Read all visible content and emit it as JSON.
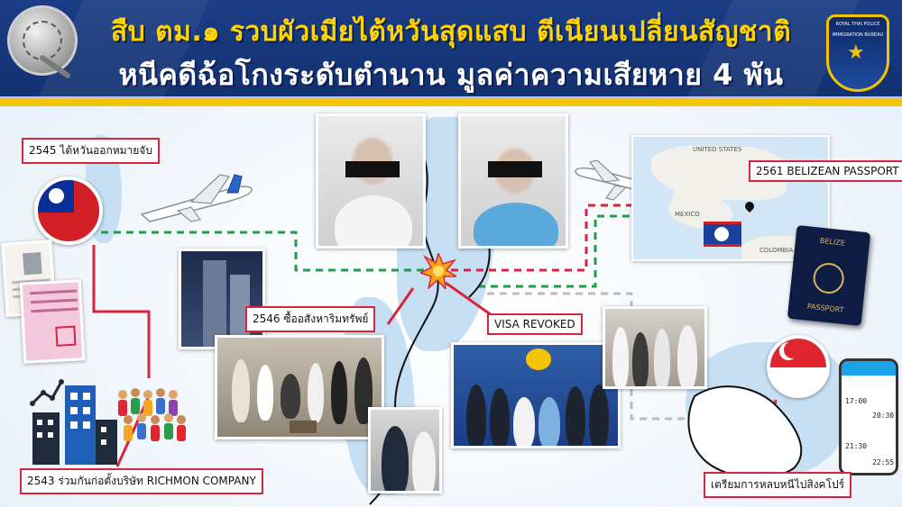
{
  "header": {
    "title_line1": "สืบ ตม.๑ รวบผัวเมียไต้หวันสุดแสบ ตีเนียนเปลี่ยนสัญชาติ",
    "title_line2": "หนีคดีฉ้อโกงระดับตำนาน มูลค่าความเสียหาย 4 พันล้าน",
    "emblem_right_top": "ROYAL THAI POLICE",
    "emblem_right_mid": "IMMIGRATION BUREAU"
  },
  "labels": {
    "taiwan_arrest": "2545 ไต้หวันออกหมายจับ",
    "company": "2543 ร่วมกันก่อตั้งบริษัท RICHMON COMPANY",
    "property": "2546 ซื้ออสังหาริมทรัพย์",
    "visa": "VISA REVOKED",
    "belize_passport": "2561  BELIZEAN PASSPORT",
    "singapore": "เตรียมการหลบหนีไปสิงคโปร์"
  },
  "map": {
    "united_states": "UNITED STATES",
    "mexico": "MEXICO",
    "colombia": "COLOMBIA"
  },
  "passport": {
    "country": "BELIZE",
    "type": "PASSPORT"
  },
  "phone": {
    "times": [
      "17:00",
      "20:30",
      "21:30",
      "22:55"
    ]
  },
  "colors": {
    "header_bg": "#12306e",
    "title_yellow": "#ffd400",
    "label_border": "#d7263d",
    "route_green": "#1e9e4a",
    "route_red": "#d7263d"
  }
}
